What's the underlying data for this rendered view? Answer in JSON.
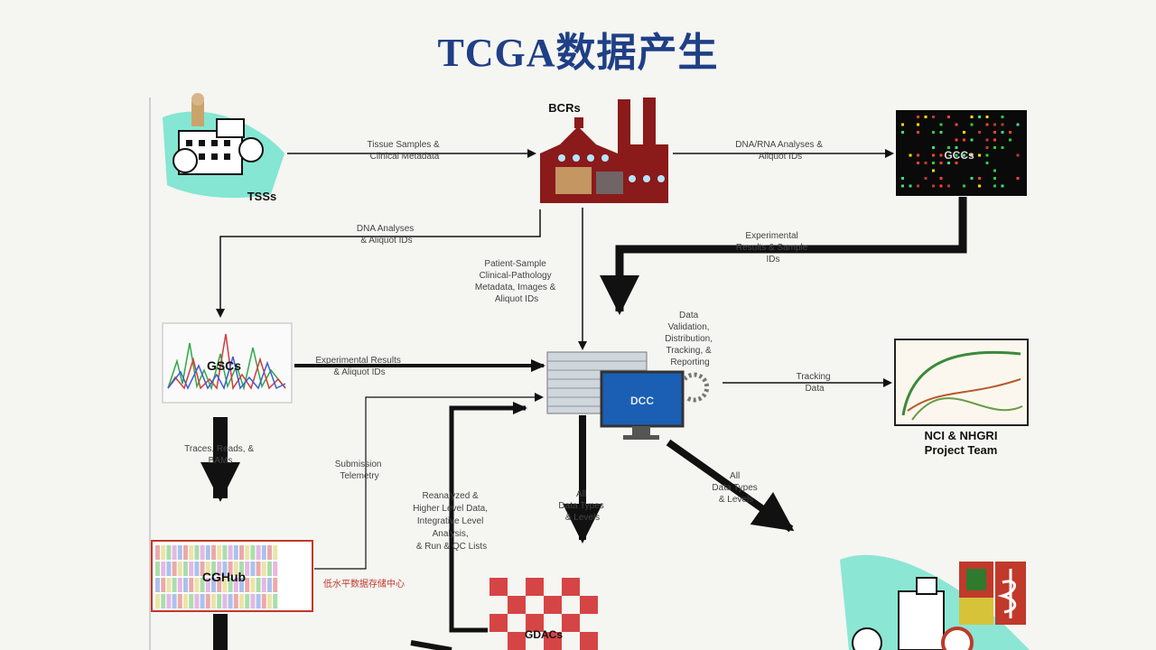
{
  "title": "TCGA数据产生",
  "nodes": {
    "tss": "TSSs",
    "bcr": "BCRs",
    "gcc": "GCCs",
    "gsc": "GSCs",
    "dcc": "DCC",
    "nci_line1": "NCI & NHGRI",
    "nci_line2": "Project Team",
    "cghub": "CGHub",
    "gdac": "GDACs"
  },
  "edges": {
    "tss_bcr": [
      "Tissue Samples &",
      "Clinical Metadata"
    ],
    "bcr_gcc": [
      "DNA/RNA Analyses &",
      "Aliquot IDs"
    ],
    "bcr_gsc": [
      "DNA Analyses",
      "& Aliquot IDs"
    ],
    "bcr_dcc": [
      "Patient-Sample",
      "Clinical-Pathology",
      "Metadata, Images &",
      "Aliquot IDs"
    ],
    "gcc_dcc": [
      "Experimental",
      "Results & Sample",
      "IDs"
    ],
    "gsc_dcc": [
      "Experimental Results",
      "& Aliquot IDs"
    ],
    "dcc_note": [
      "Data",
      "Validation,",
      "Distribution,",
      "Tracking, &",
      "Reporting"
    ],
    "dcc_nci": [
      "Tracking",
      "Data"
    ],
    "gsc_cghub": [
      "Traces, Reads, &",
      "BAMs"
    ],
    "cghub_dcc": [
      "Submission",
      "Telemetry"
    ],
    "gdac_dcc": [
      "Reanalyzed &",
      "Higher Level Data,",
      "Integrative Level",
      "Analysis,",
      "& Run & QC Lists"
    ],
    "dcc_gdac": [
      "All",
      "Data Types",
      "& Levels"
    ],
    "dcc_clinic": [
      "All",
      "Data Types",
      "& Levels"
    ],
    "cghub_note": "低水平数据存储中心"
  },
  "colors": {
    "title": "#1f3f86",
    "arrow": "#111111",
    "bcr_factory": "#8b1a1a",
    "cghub_border": "#c0392b",
    "dcc_screen": "#1a5fb4",
    "gcc_bg": "#0a0a0a"
  }
}
